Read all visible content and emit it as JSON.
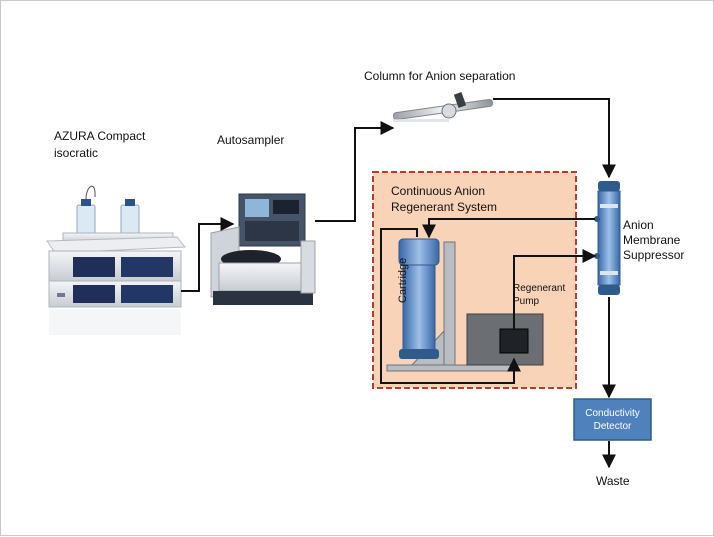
{
  "labels": {
    "pump_line1": "AZURA Compact",
    "pump_line2": "isocratic",
    "autosampler": "Autosampler",
    "column": "Column for Anion separation",
    "regen_line1": "Continuous Anion",
    "regen_line2": "Regenerant System",
    "cartridge": "Cartridge",
    "regen_pump_line1": "Regenerant",
    "regen_pump_line2": "Pump",
    "suppressor_line1": "Anion",
    "suppressor_line2": "Membrane",
    "suppressor_line3": "Suppressor",
    "detector_line1": "Conductivity",
    "detector_line2": "Detector",
    "waste": "Waste"
  },
  "colors": {
    "regen_box_fill": "#f9d3b8",
    "regen_box_border": "#b83b2c",
    "suppressor_blue": "#4f81bd",
    "detector_fill": "#4f81bd",
    "detector_border": "#2f5a8c",
    "line": "#111111"
  }
}
